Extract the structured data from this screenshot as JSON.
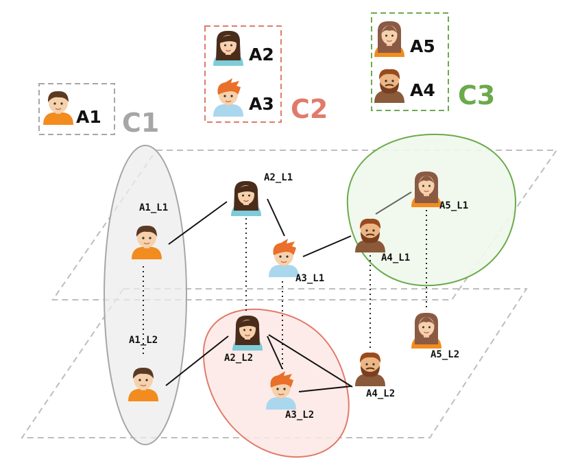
{
  "legend": {
    "c1": {
      "label": "C1",
      "members": [
        "A1"
      ]
    },
    "c2": {
      "label": "C2",
      "members": [
        "A2",
        "A3"
      ]
    },
    "c3": {
      "label": "C3",
      "members": [
        "A5",
        "A4"
      ]
    }
  },
  "nodes": {
    "a1_l1": "A1_L1",
    "a1_l2": "A1_L2",
    "a2_l1": "A2_L1",
    "a2_l2": "A2_L2",
    "a3_l1": "A3_L1",
    "a3_l2": "A3_L2",
    "a4_l1": "A4_L1",
    "a4_l2": "A4_L2",
    "a5_l1": "A5_L1",
    "a5_l2": "A5_L2"
  },
  "colors": {
    "c1": "#a6a6a6",
    "c2": "#e07b6a",
    "c3": "#6aaa4b",
    "c1_fill": "#f1f1f1",
    "c2_fill": "#fdecea",
    "c3_fill": "#f1f7ee",
    "plane": "#bdbdbd"
  }
}
